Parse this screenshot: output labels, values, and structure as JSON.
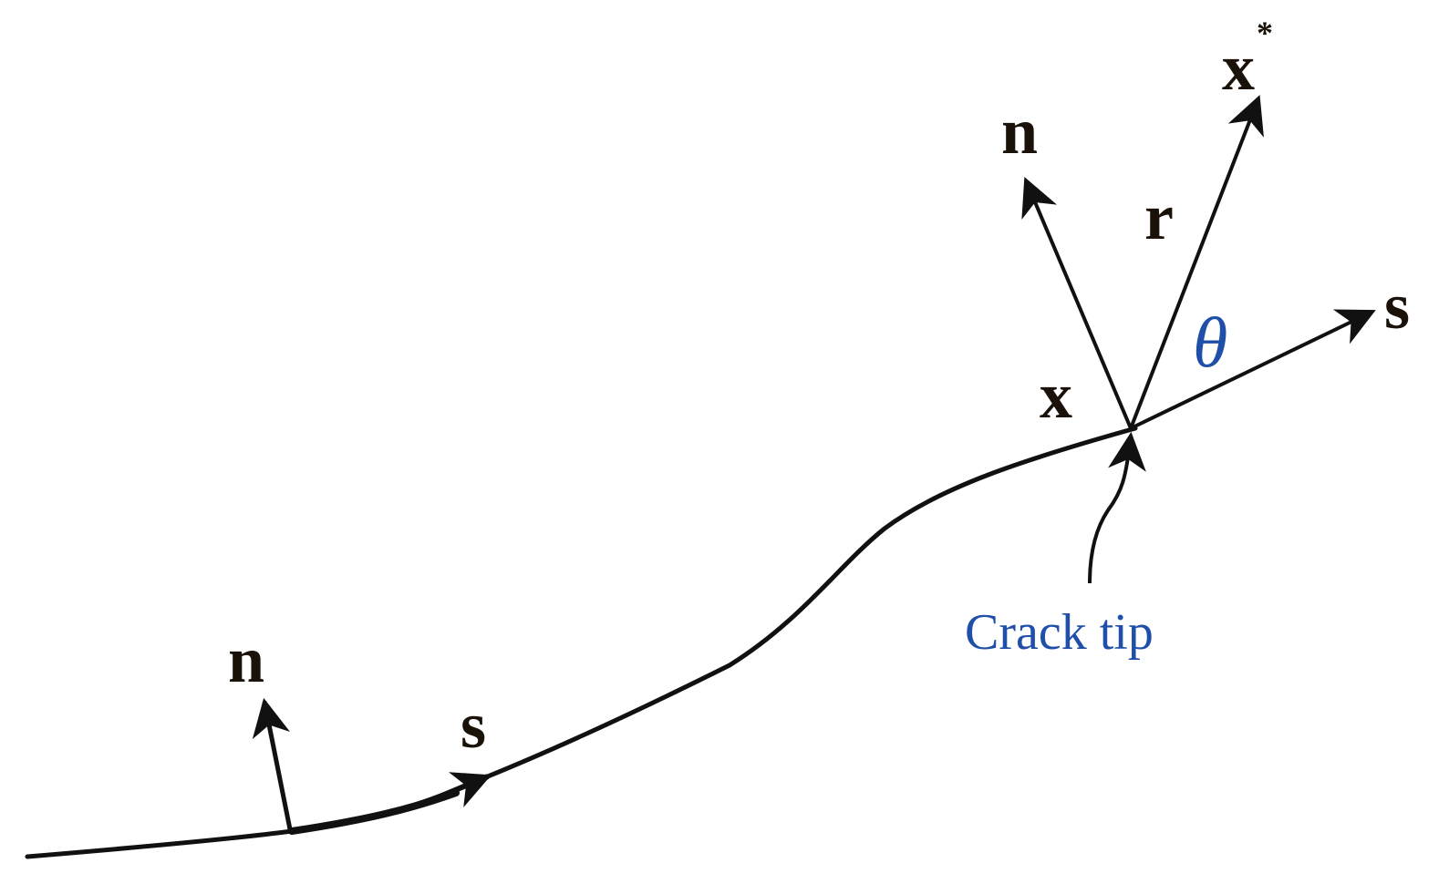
{
  "labels": {
    "n_left": "n",
    "s_left": "s",
    "n_tip": "n",
    "r": "r",
    "x_star": "x",
    "x_star_sup": "*",
    "theta": "θ",
    "s_tip": "s",
    "x": "x",
    "crack_tip": "Crack tip"
  },
  "colors": {
    "line": "#111111",
    "label_dark": "#1a1208",
    "label_accent": "#1f4fa8"
  }
}
